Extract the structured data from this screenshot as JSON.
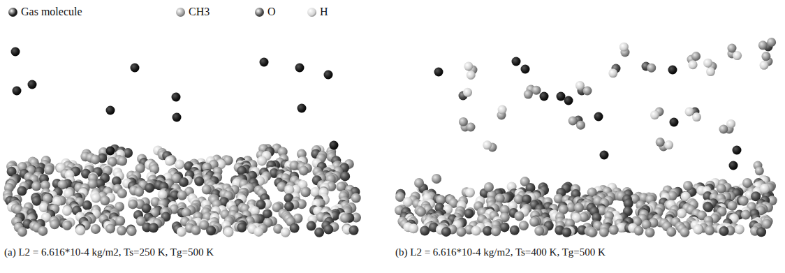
{
  "diagram": {
    "labels": [
      "(a) L2 = 6.616*10-4 kg/m2, Ts=250 K, Tg=500 K",
      "(b) L2 = 6.616*10-4 kg/m2, Ts=400 K, Tg=500 K"
    ],
    "legend": [
      {
        "text": "Gas molecule",
        "color": "#1a1a1a"
      },
      {
        "text": "CH3",
        "color": "#9a9a9a"
      },
      {
        "text": "O",
        "color": "#4a4a4a"
      },
      {
        "text": "H",
        "color": "#d4d4d4"
      }
    ]
  }
}
